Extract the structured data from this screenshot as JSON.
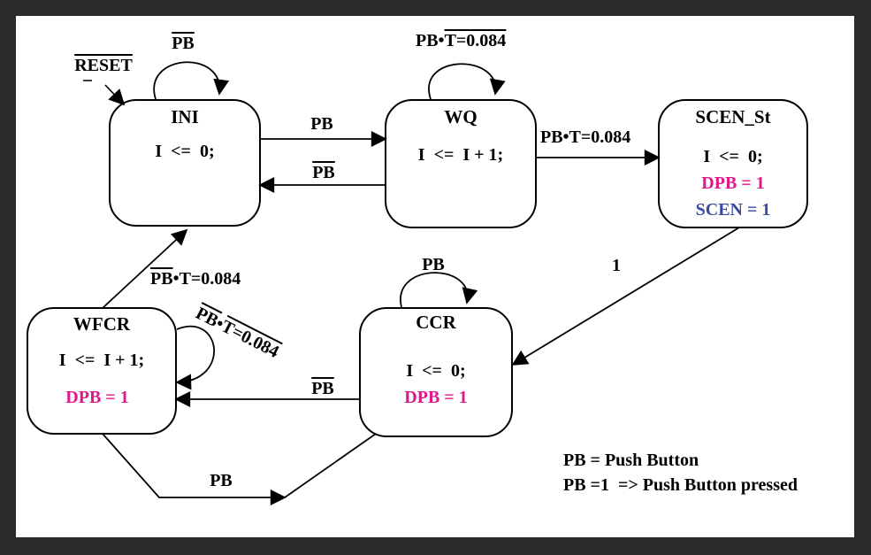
{
  "states": {
    "ini": {
      "name": "INI",
      "lines": [
        "I  <=  0;"
      ]
    },
    "wq": {
      "name": "WQ",
      "lines": [
        "I  <=  I + 1;"
      ]
    },
    "scen": {
      "name": "SCEN_St",
      "lines": [
        "I  <=  0;",
        "DPB = 1",
        "SCEN = 1"
      ]
    },
    "ccr": {
      "name": "CCR",
      "lines": [
        "I  <=  0;",
        "DPB = 1"
      ]
    },
    "wfcr": {
      "name": "WFCR",
      "lines": [
        "I  <=  I + 1;",
        "DPB = 1"
      ]
    }
  },
  "edges": {
    "reset": "RESET",
    "ini_self": "PB",
    "ini_to_wq": "PB",
    "wq_to_ini": "PB",
    "wq_self": {
      "a": "PB•",
      "b": "T=0.084"
    },
    "wq_to_scen": "PB•T=0.084",
    "scen_to_ccr": "1",
    "ccr_self": "PB",
    "ccr_to_wfcr": "PB",
    "wfcr_to_ini": {
      "a": "PB",
      "b": "•T=0.084"
    },
    "wfcr_self": {
      "a": "PB",
      "b": "•",
      "c": "T=0.084"
    },
    "wfcr_to_ccr": "PB"
  },
  "legend": {
    "line1": "PB = Push Button",
    "line2": "PB =1  => Push Button pressed"
  },
  "colors": {
    "dpb": "#e0178b",
    "scen": "#3a4aa0"
  }
}
